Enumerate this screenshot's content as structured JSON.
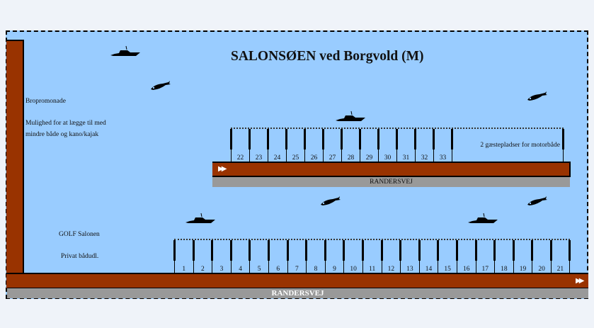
{
  "title": "SALONSØEN ved Borgvold  (M)",
  "colors": {
    "water": "#99ccff",
    "pier": "#993300",
    "road": "#999999",
    "background": "#eff3f9"
  },
  "labels": {
    "bropromonade": "Bropromonade",
    "mulighed_line1": "Mulighed for at lægge til med",
    "mulighed_line2": "mindre både og kano/kajak",
    "golf": "GOLF Salonen",
    "privat": "Privat bådudl.",
    "guest_spaces": "2 gæstepladser for motorbåde"
  },
  "roads": {
    "upper": "RANDERSVEJ",
    "lower": "RANDERSVEJ"
  },
  "arrows": {
    "upper": "▶▶",
    "lower": "▶▶"
  },
  "upper_slips": [
    "22",
    "23",
    "24",
    "25",
    "26",
    "27",
    "28",
    "29",
    "30",
    "31",
    "32",
    "33"
  ],
  "lower_slips": [
    "1",
    "2",
    "3",
    "4",
    "5",
    "6",
    "7",
    "8",
    "9",
    "10",
    "11",
    "12",
    "13",
    "14",
    "15",
    "16",
    "17",
    "18",
    "19",
    "20",
    "21"
  ],
  "icons": [
    "boat-icon",
    "fish-icon"
  ]
}
